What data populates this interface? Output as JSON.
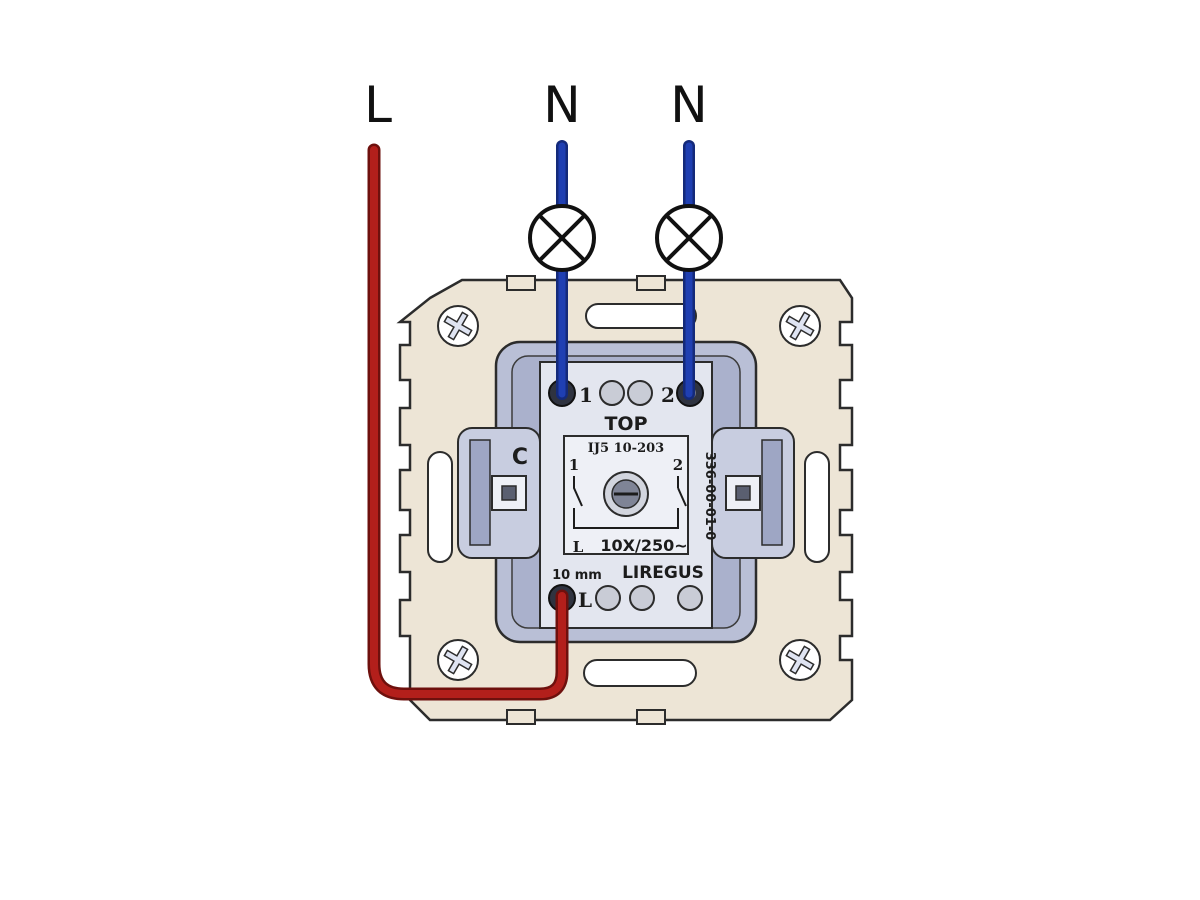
{
  "labels": {
    "live": "L",
    "neutral_1": "N",
    "neutral_2": "N"
  },
  "device": {
    "top_marking": "TOP",
    "model": "IJ5 10-203",
    "terminal_1": "1",
    "terminal_2": "2",
    "terminal_l": "L",
    "contact_1": "1",
    "contact_2": "2",
    "contact_l": "L",
    "rating": "10X/250~",
    "strip_length": "10 mm",
    "brand": "LIREGUS",
    "side_code": "336-00-01-0"
  },
  "colors": {
    "live_wire": "#b31f1b",
    "neutral_wire": "#1f3fb2",
    "mounting_plate": "#ede5d6",
    "switch_body": "#c8cde0"
  }
}
